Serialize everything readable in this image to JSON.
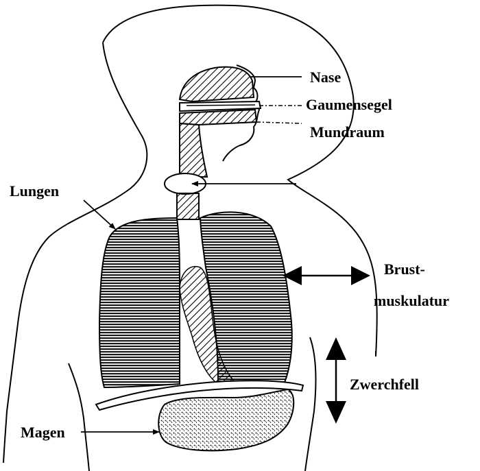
{
  "labels": {
    "nase": "Nase",
    "gaumensegel": "Gaumensegel",
    "mundraum": "Mundraum",
    "lungen": "Lungen",
    "brust_line1": "Brust-",
    "brust_line2": "muskulatur",
    "zwerchfell": "Zwerchfell",
    "magen": "Magen"
  },
  "colors": {
    "ink": "#000000",
    "background": "#ffffff"
  }
}
